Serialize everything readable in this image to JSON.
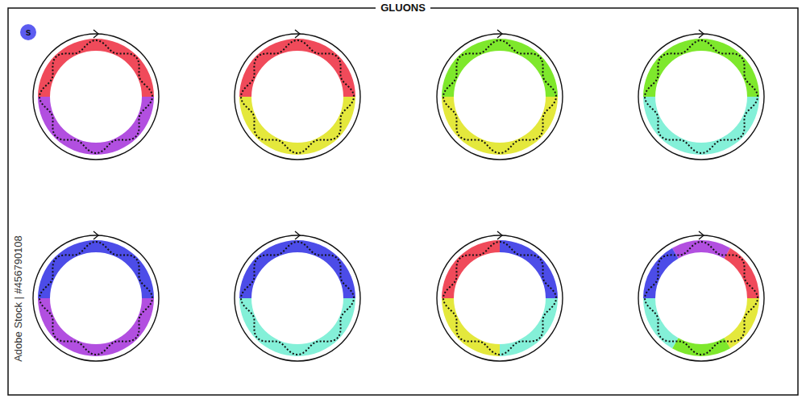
{
  "diagram": {
    "title": "GLUONS",
    "nodes": [
      {
        "text": [
          "s"
        ]
      }
    ],
    "labels": [
      "Adobe Stock | #456790108"
    ]
  }
}
